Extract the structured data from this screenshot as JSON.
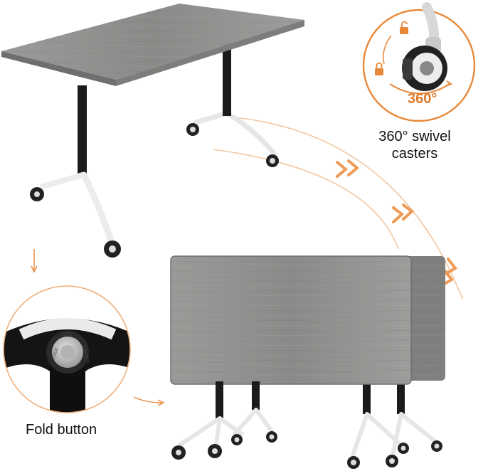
{
  "callouts": {
    "casters": {
      "line1": "360° swivel",
      "line2": "casters",
      "degree_label": "360°"
    },
    "fold_button": {
      "label": "Fold button",
      "lock_words": [
        "LOCK",
        "LEFT",
        "UNLOCK"
      ]
    }
  },
  "colors": {
    "accent": "#e8893a",
    "tabletop_gray": "#8e8e8c",
    "leg_black": "#1b1b1b",
    "base_white": "#ededed"
  },
  "icons": [
    "lock-icon",
    "unlock-icon",
    "chevron-right-icon",
    "curved-arrow-icon"
  ]
}
